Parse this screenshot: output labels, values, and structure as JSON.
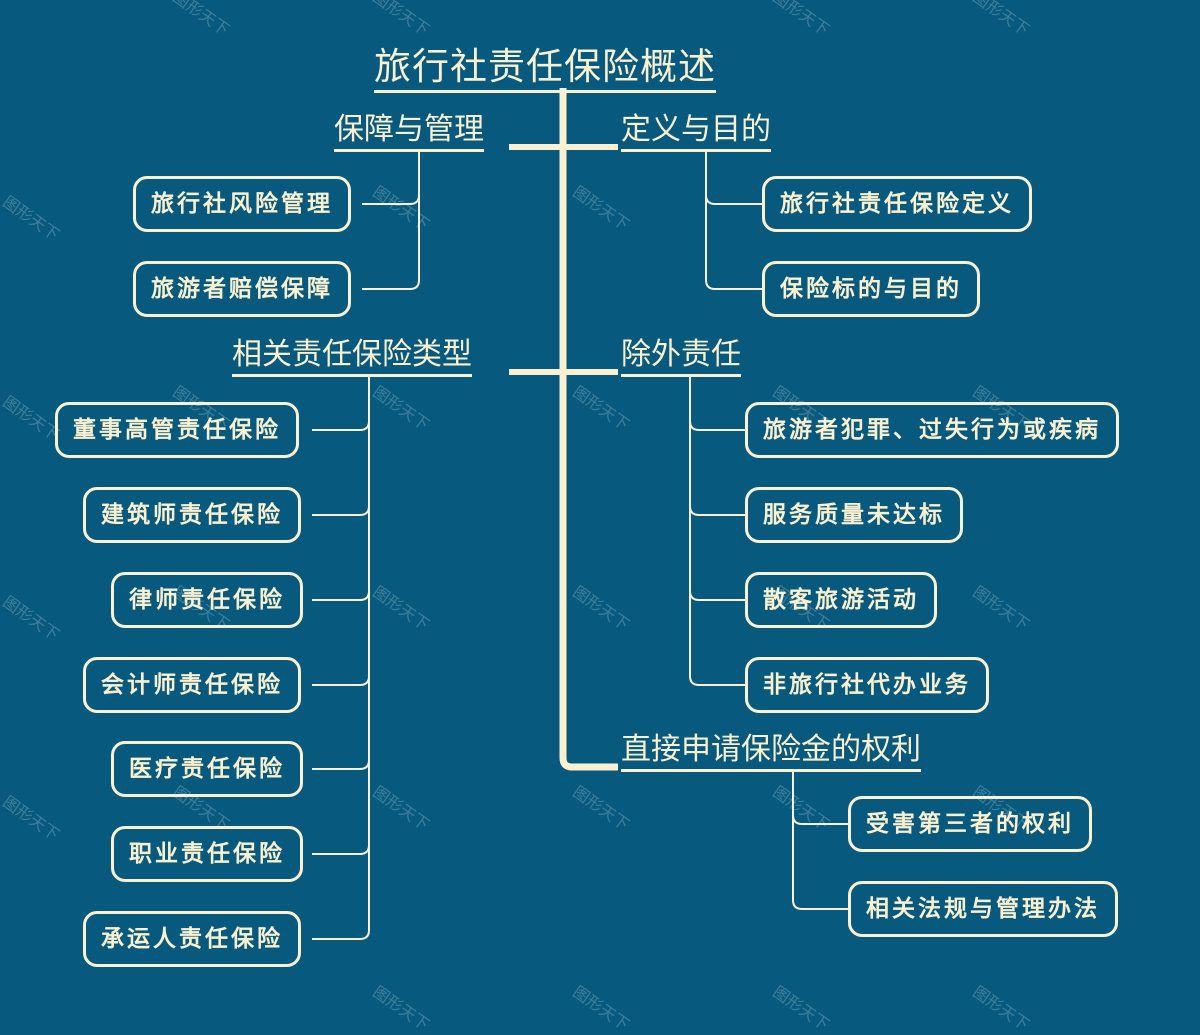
{
  "title": "旅行社责任保险概述",
  "branches": {
    "protection": {
      "label": "保障与管理",
      "children": [
        "旅行社风险管理",
        "旅游者赔偿保障"
      ]
    },
    "definition": {
      "label": "定义与目的",
      "children": [
        "旅行社责任保险定义",
        "保险标的与目的"
      ]
    },
    "types": {
      "label": "相关责任保险类型",
      "children": [
        "董事高管责任保险",
        "建筑师责任保险",
        "律师责任保险",
        "会计师责任保险",
        "医疗责任保险",
        "职业责任保险",
        "承运人责任保险"
      ]
    },
    "exclusions": {
      "label": "除外责任",
      "children": [
        "旅游者犯罪、过失行为或疾病",
        "服务质量未达标",
        "散客旅游活动",
        "非旅行社代办业务"
      ]
    },
    "claim_rights": {
      "label": "直接申请保险金的权利",
      "children": [
        "受害第三者的权利",
        "相关法规与管理办法"
      ]
    }
  },
  "watermark": "图形天下",
  "colors": {
    "background": "#075a7e",
    "foreground": "#fbf0cf"
  }
}
